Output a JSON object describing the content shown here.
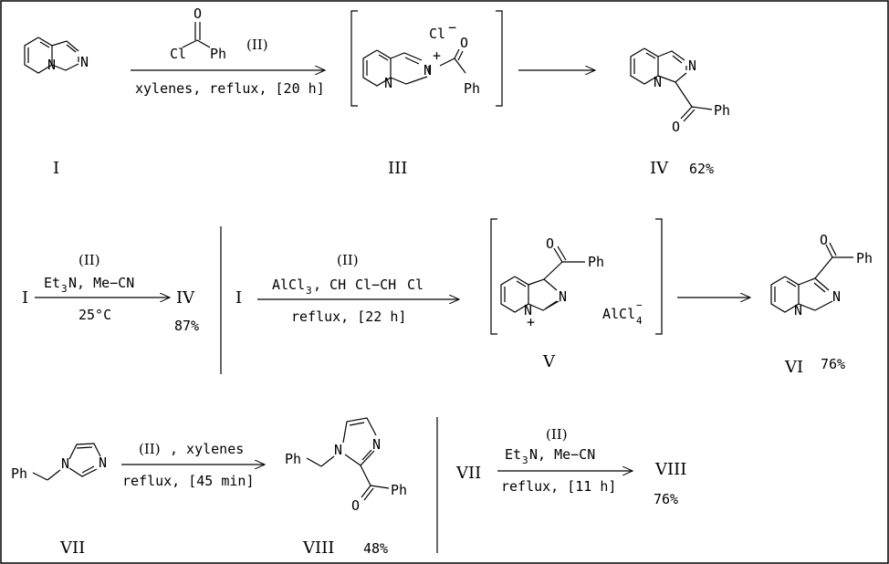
{
  "labels": {
    "I": "I",
    "II": "(II)",
    "III": "III",
    "IV": "IV",
    "V": "V",
    "VI": "VI",
    "VII": "VII",
    "VIII": "VIII"
  },
  "yields": {
    "IV": "62%",
    "IV_alt": "87%",
    "VI": "76%",
    "VIII": "48%",
    "VIII_alt": "76%"
  },
  "atoms": {
    "N": "N",
    "Cl": "Cl",
    "O": "O",
    "Ph": "Ph",
    "C": "C",
    "plus": "+",
    "minus": "−",
    "Cl_minus": "Cl",
    "AlCl": "AlCl",
    "four": "4",
    "three": "3"
  },
  "conditions": {
    "r1_below": "xylenes, reflux, [20 h]",
    "r2_et3n_a": "Et",
    "r2_et3n_b": "N, Me−CN",
    "r2_below": "25°C",
    "r3_alcl": "AlCl",
    "r3_rest": ", CH",
    "r3_cl": "Cl−CH",
    "r3_cl2": "Cl",
    "r3_below": "reflux, [22 h]",
    "r4_above": ", xylenes",
    "r4_below": "reflux, [45 min]",
    "r5_et3n_a": "Et",
    "r5_et3n_b": "N, Me−CN",
    "r5_below": "reflux, [11 h]"
  }
}
